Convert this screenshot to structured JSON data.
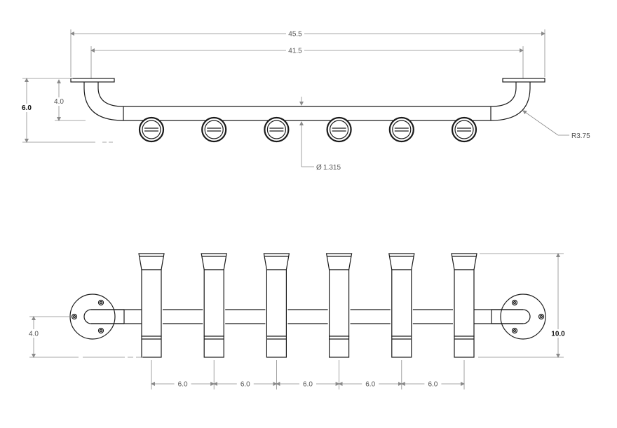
{
  "dimensions": {
    "overall_width": "45.5",
    "inner_width": "41.5",
    "height_left": "6.0",
    "height_inner": "4.0",
    "bend_radius": "R3.75",
    "tube_diameter": "1.315",
    "diameter_symbol": "Ø",
    "front_height_left": "4.0",
    "front_height_right": "10.0",
    "spacings": [
      "6.0",
      "6.0",
      "6.0",
      "6.0",
      "6.0"
    ]
  },
  "holders": {
    "count": 6,
    "spacing": 6.0
  },
  "colors": {
    "object_line": "#1a1a1a",
    "dimension_line": "#8a8a8a",
    "background": "#ffffff"
  }
}
